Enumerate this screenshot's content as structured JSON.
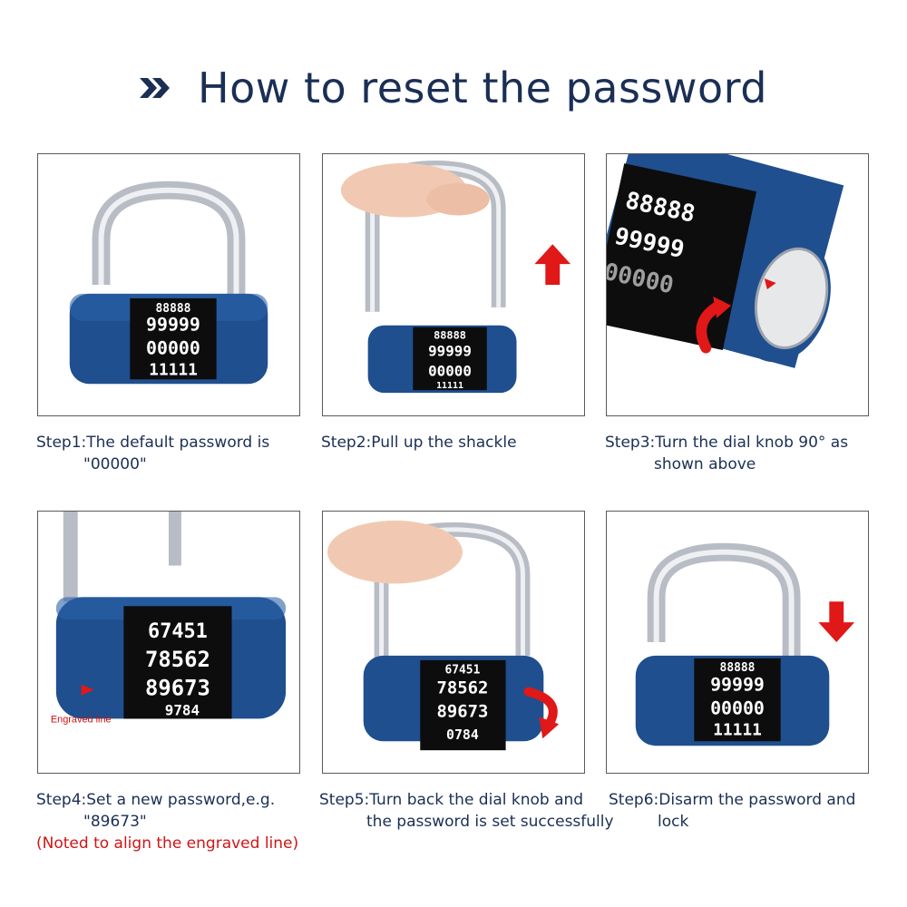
{
  "header": {
    "title": "How to reset the password",
    "icon": "double-chevron-icon",
    "color": "#1b2f55"
  },
  "steps": [
    {
      "label": "Step1:",
      "text": "The default password is",
      "text2": "\"00000\"",
      "digits": [
        "88888",
        "99999",
        "00000",
        "11111"
      ]
    },
    {
      "label": "Step2:",
      "text": "Pull up the shackle",
      "digits": [
        "88888",
        "99999",
        "00000",
        "11111"
      ]
    },
    {
      "label": "Step3:",
      "text": "Turn the dial knob 90° as",
      "text2": "shown above",
      "digits": [
        "88888",
        "99999",
        "00000"
      ]
    },
    {
      "label": "Step4:",
      "text": "Set a new password,e.g.",
      "text2": "\"89673\"",
      "note": "(Noted to align the engraved line)",
      "annotation": "Engraved line",
      "digits": [
        "67451",
        "78562",
        "89673",
        "9784"
      ]
    },
    {
      "label": "Step5:",
      "text": "Turn back the dial knob and",
      "text2": "the password is set successfully",
      "digits": [
        "67451",
        "78562",
        "89673",
        "0784"
      ]
    },
    {
      "label": "Step6:",
      "text": "Disarm the password and",
      "text2": "lock",
      "digits": [
        "88888",
        "99999",
        "00000",
        "11111"
      ]
    }
  ],
  "colors": {
    "lock_blue": "#1f4f8f",
    "arrow_red": "#e01818",
    "shackle": "#c9ccd2"
  }
}
